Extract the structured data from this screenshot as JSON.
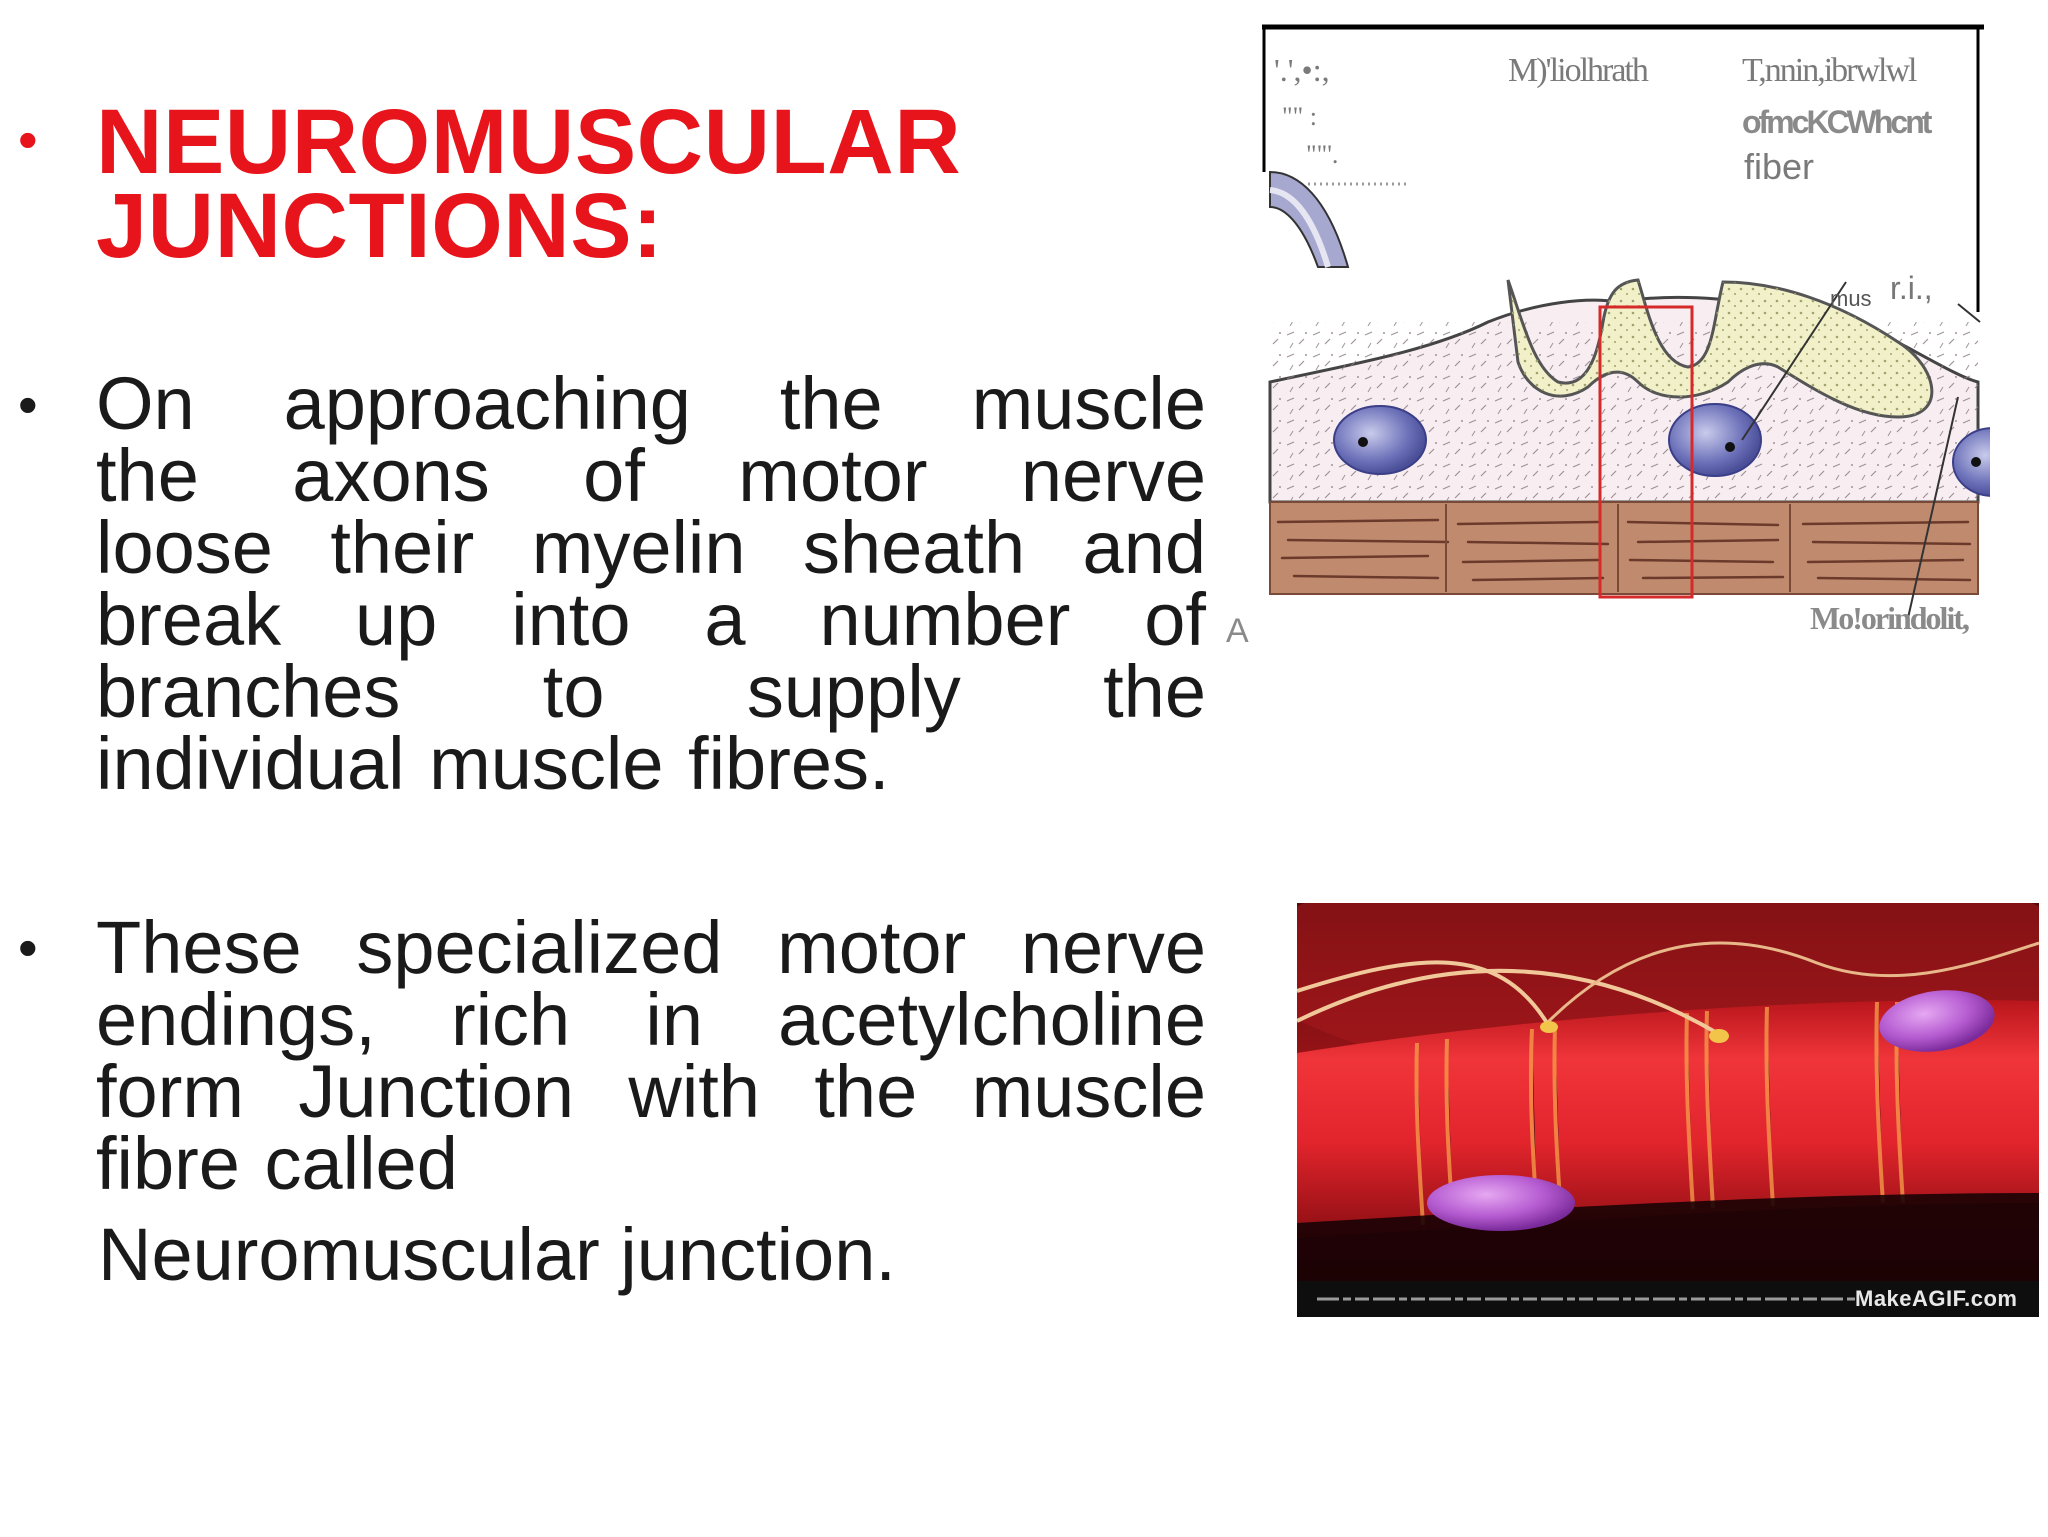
{
  "slide": {
    "title_line1": "NEUROMUSCULAR",
    "title_line2": "JUNCTIONS:",
    "bullet_glyph": "•",
    "para1_lines": [
      "On approaching the muscle",
      "the axons of motor nerve",
      "loose their myelin sheath and",
      "break up into a number of",
      "branches to supply the",
      "individual muscle fibres."
    ],
    "para2_lines": [
      "These specialized motor nerve",
      "endings, rich in acetylcholine",
      "form Junction with the muscle",
      "fibre called"
    ],
    "para2_tail": "Neuromuscular  junction."
  },
  "diagram": {
    "label_topleft_1": "'.',•:,",
    "label_topleft_2": "\"\"    :",
    "label_topleft_3": "\"\"'.",
    "label_myelin": "M)'liolhrath",
    "label_terminal_1": "T,nnin,ibrwlwl",
    "label_terminal_2": "ofmcKCWhcnt",
    "label_fiber": "fiber",
    "label_mus": "mus",
    "label_ri": "r.i.,",
    "label_motor": "Mo!orindolit,",
    "figure_letter": "A"
  },
  "photo": {
    "watermark": "MakeAGIF.com"
  },
  "colors": {
    "title_red": "#e8141c",
    "text": "#1a1a1a",
    "muscle_band": "#c08a6f",
    "cytoplasm": "#f8eef2",
    "nerve_terminal": "#f2f0c8",
    "nucleus": "#6a6fb8",
    "photo_red": "#e2242c",
    "photo_purple": "#b55bd1"
  }
}
